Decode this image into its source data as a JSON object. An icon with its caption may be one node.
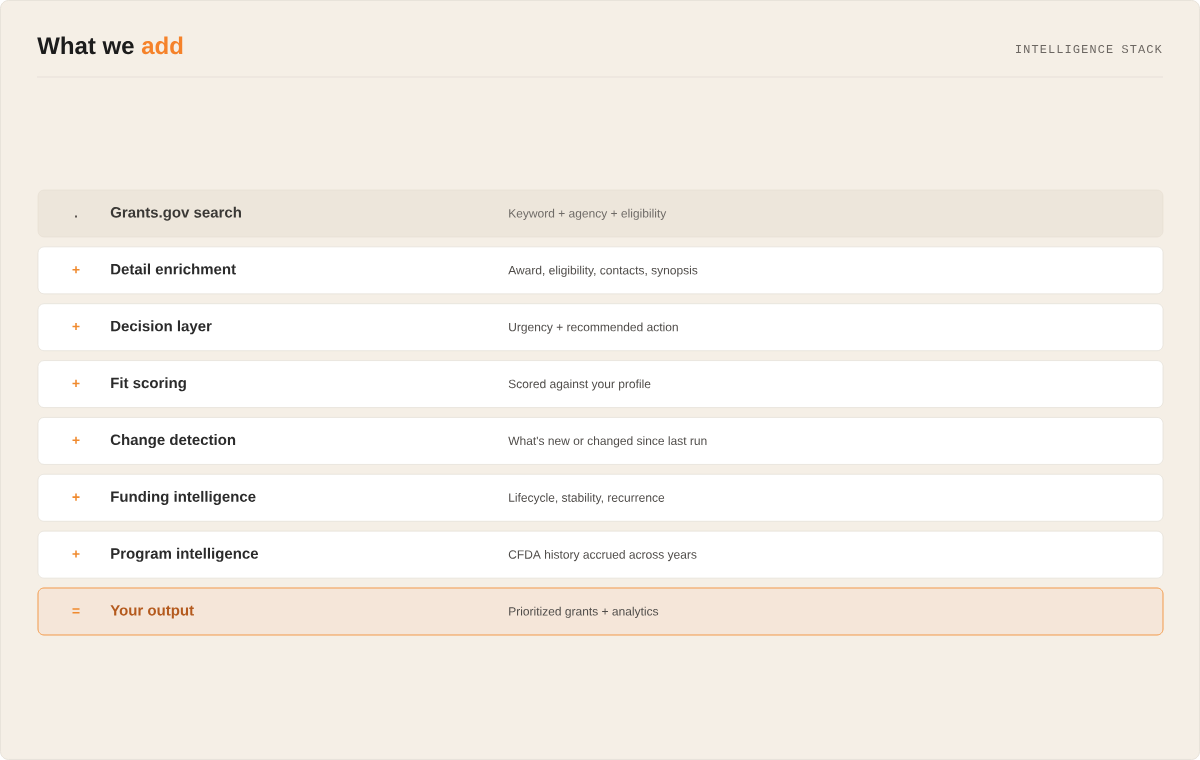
{
  "diagram": {
    "title": "What we add",
    "nodes": [
      {
        "text": [
          ".",
          "Grants.gov search",
          "Keyword + agency + eligibility"
        ]
      },
      {
        "text": [
          "+",
          "Detail enrichment",
          "Award, eligibility, contacts, synopsis"
        ]
      },
      {
        "text": [
          "+",
          "Decision layer",
          "Urgency + recommended action"
        ]
      },
      {
        "text": [
          "+",
          "Fit scoring",
          "Scored against your profile"
        ]
      },
      {
        "text": [
          "+",
          "Change detection",
          "What's new or changed since last run"
        ]
      },
      {
        "text": [
          "+",
          "Funding intelligence",
          "Lifecycle, stability, recurrence"
        ]
      },
      {
        "text": [
          "+",
          "Program intelligence",
          "CFDA history accrued across years"
        ]
      },
      {
        "text": [
          "=",
          "Your output",
          "Prioritized grants + analytics"
        ]
      }
    ],
    "labels": [
      "INTELLIGENCE STACK"
    ]
  }
}
